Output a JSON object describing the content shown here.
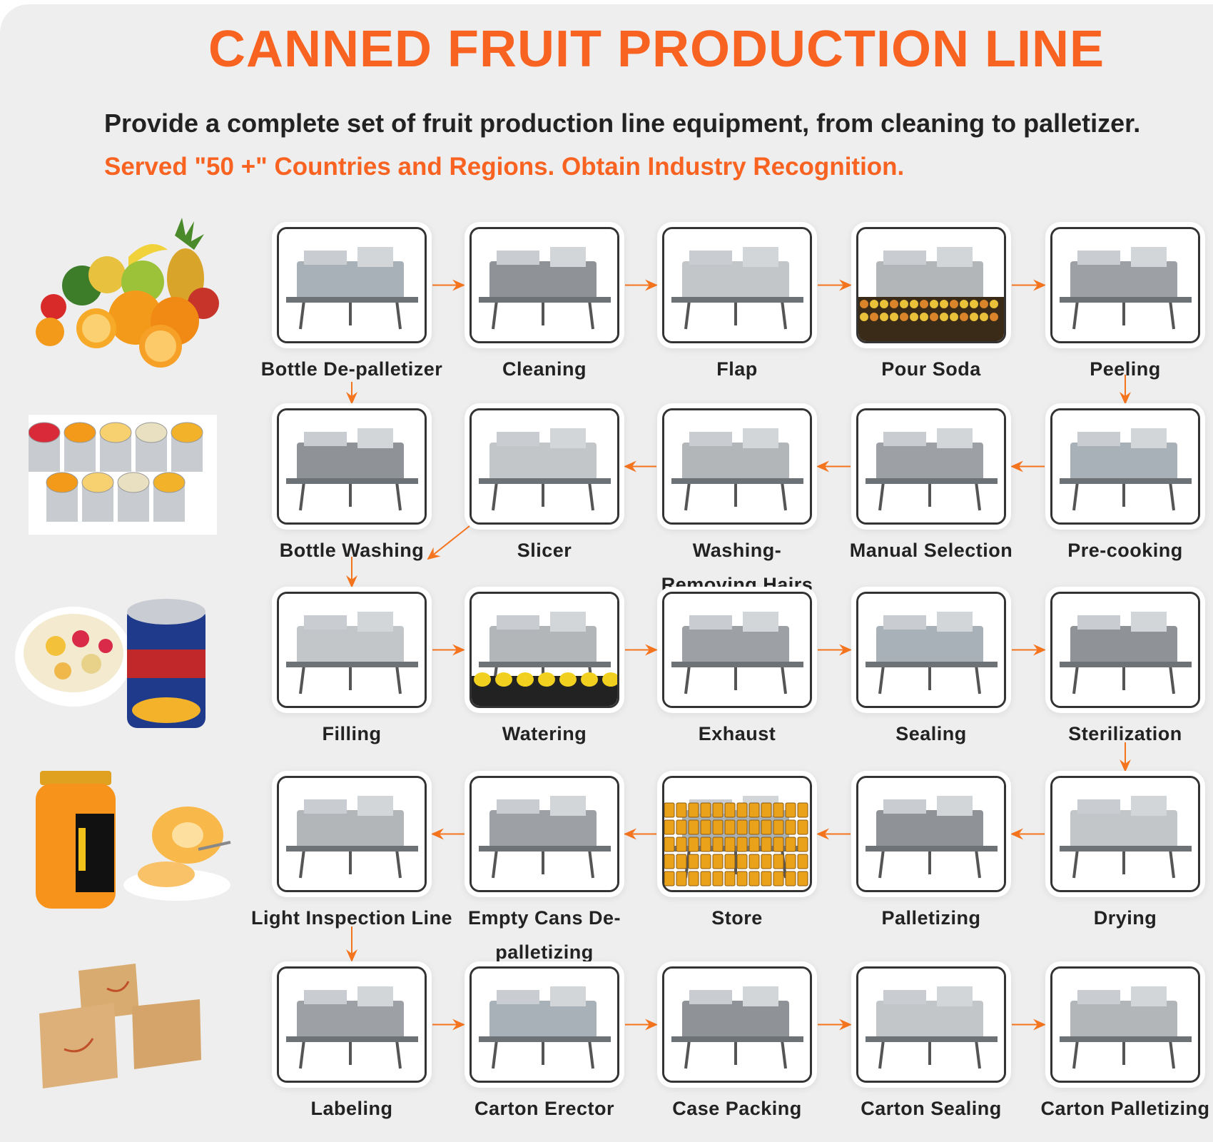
{
  "header": {
    "title": "CANNED FRUIT PRODUCTION LINE",
    "subtitle": "Provide a complete set of fruit production line equipment, from cleaning to palletizer.",
    "tagline": "Served \"50 +\" Countries and Regions. Obtain Industry Recognition."
  },
  "colors": {
    "accent": "#f96322",
    "text": "#222222",
    "background": "#eeeeee"
  },
  "side_images": [
    {
      "name": "fresh-fruits-image"
    },
    {
      "name": "canned-fruit-assortment-image"
    },
    {
      "name": "fruit-cocktail-bowl-and-can-image"
    },
    {
      "name": "peach-jar-image"
    },
    {
      "name": "cardboard-boxes-image"
    }
  ],
  "rows": [
    {
      "steps": [
        {
          "label": "Bottle De-palletizer",
          "icon": "depalletizer-machine"
        },
        {
          "label": "Cleaning",
          "icon": "washing-machine"
        },
        {
          "label": "Flap",
          "icon": "flap-conveyor"
        },
        {
          "label": "Pour Soda",
          "icon": "soda-tank"
        },
        {
          "label": "Peeling",
          "icon": "peeling-machine"
        }
      ]
    },
    {
      "steps": [
        {
          "label": "Bottle Washing",
          "icon": "bottle-washer"
        },
        {
          "label": "Slicer",
          "icon": "slicer-machine"
        },
        {
          "label": "Washing-Removing Hairs",
          "icon": "hair-removal-washer"
        },
        {
          "label": "Manual Selection",
          "icon": "selection-conveyor"
        },
        {
          "label": "Pre-cooking",
          "icon": "precooker"
        }
      ]
    },
    {
      "steps": [
        {
          "label": "Filling",
          "icon": "filling-machine"
        },
        {
          "label": "Watering",
          "icon": "liquid-filler"
        },
        {
          "label": "Exhaust",
          "icon": "exhaust-box"
        },
        {
          "label": "Sealing",
          "icon": "can-sealer"
        },
        {
          "label": "Sterilization",
          "icon": "sterilizer"
        }
      ]
    },
    {
      "steps": [
        {
          "label": "Light Inspection Line",
          "icon": "inspection-conveyor"
        },
        {
          "label": "Empty Cans De-palletizing",
          "icon": "can-depalletizer"
        },
        {
          "label": "Store",
          "icon": "can-storage"
        },
        {
          "label": "Palletizing",
          "icon": "palletizer"
        },
        {
          "label": "Drying",
          "icon": "dryer"
        }
      ]
    },
    {
      "steps": [
        {
          "label": "Labeling",
          "icon": "labeling-machine"
        },
        {
          "label": "Carton Erector",
          "icon": "carton-erector"
        },
        {
          "label": "Case Packing",
          "icon": "case-packer"
        },
        {
          "label": "Carton Sealing",
          "icon": "carton-sealer"
        },
        {
          "label": "Carton Palletizing",
          "icon": "carton-palletizer"
        }
      ]
    }
  ]
}
